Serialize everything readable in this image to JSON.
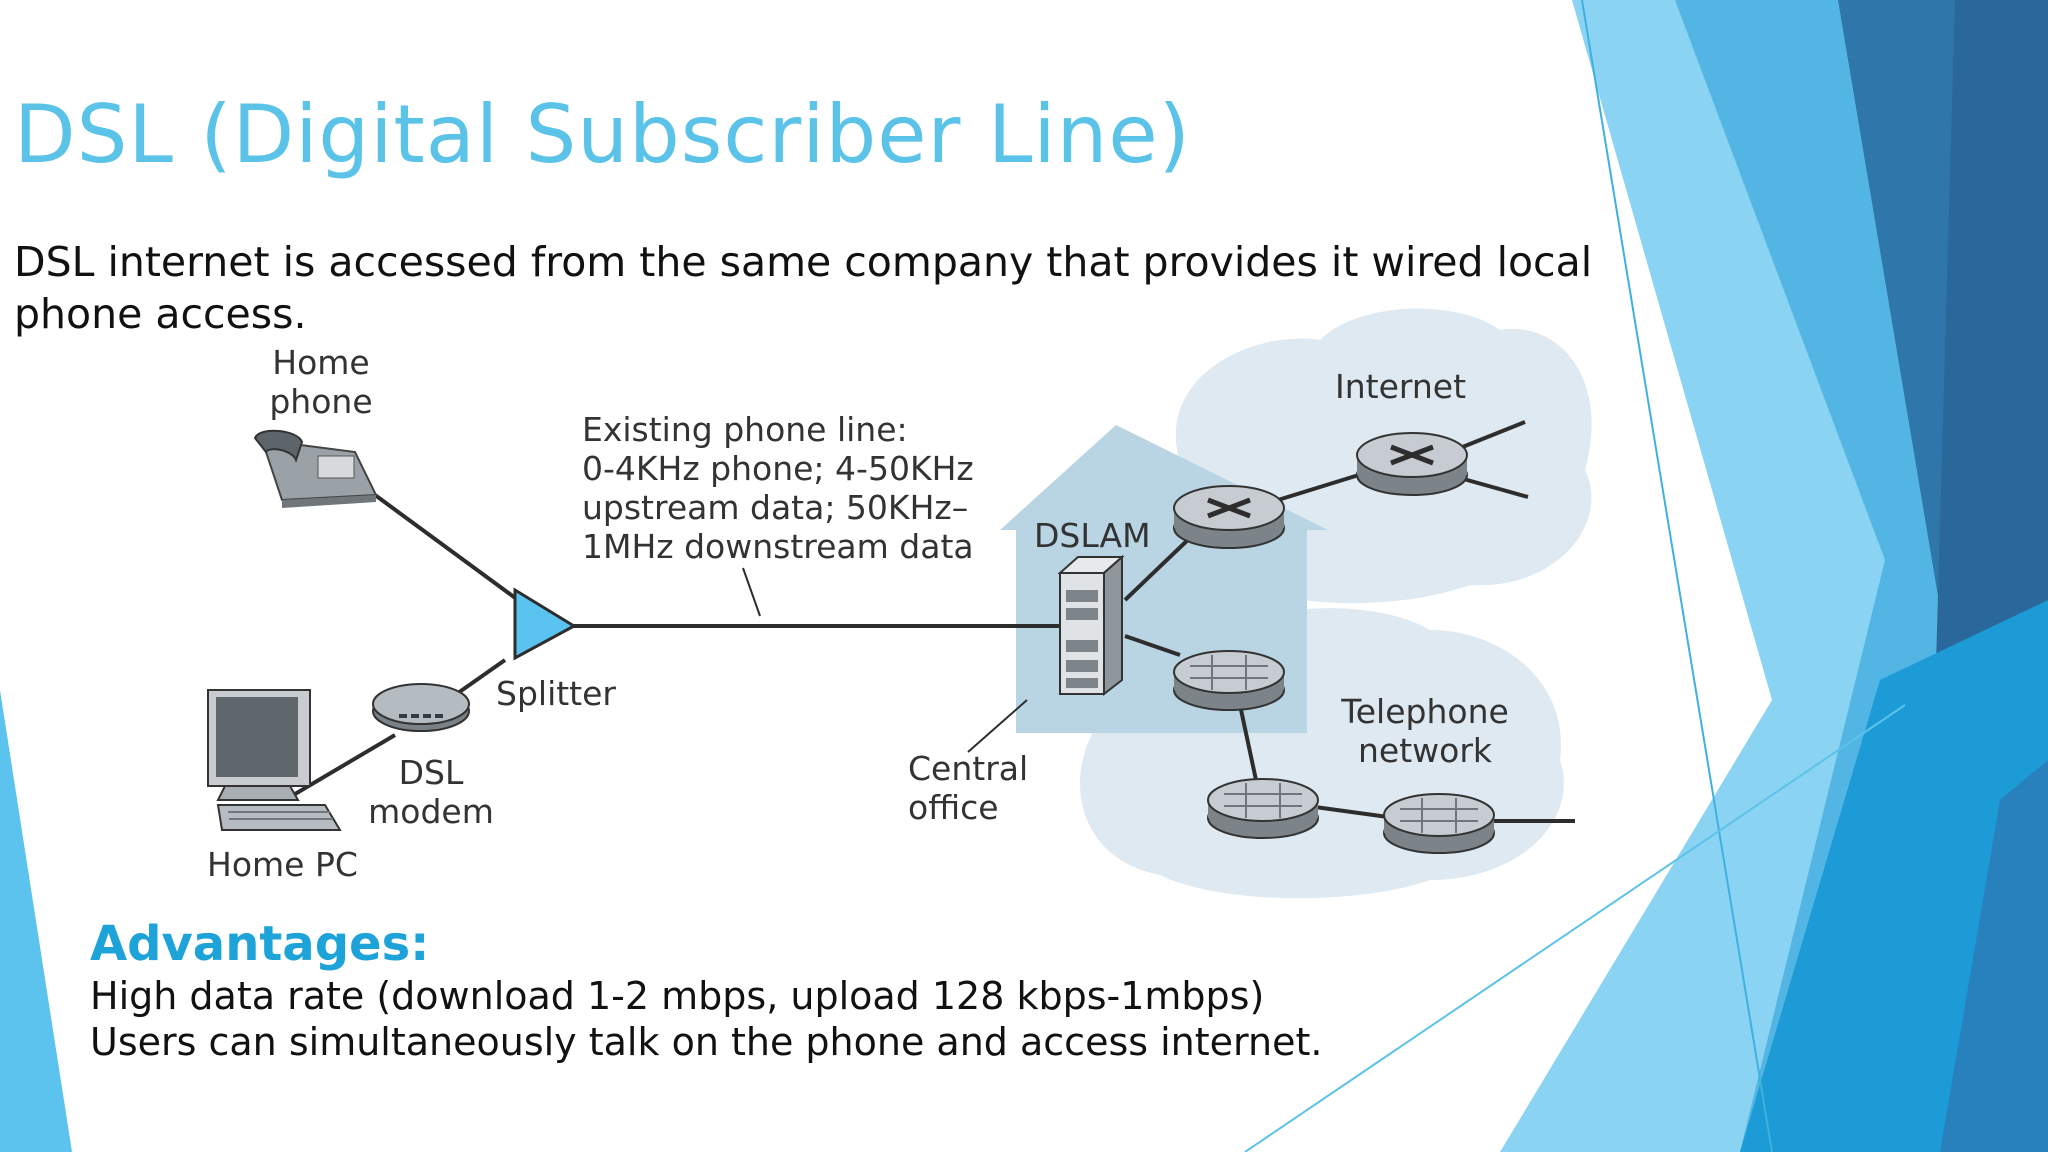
{
  "slide": {
    "title": "DSL (Digital Subscriber Line)",
    "intro": "DSL internet is accessed from the same company that provides it wired local phone access.",
    "advantages": {
      "heading": "Advantages:",
      "points": [
        "High data rate (download 1-2 mbps, upload 128 kbps-1mbps)",
        "Users can simultaneously talk on the phone and access internet."
      ]
    }
  },
  "diagram": {
    "labels": {
      "home_phone": [
        "Home",
        "phone"
      ],
      "phone_line": [
        "Existing phone line:",
        "0-4KHz phone; 4-50KHz",
        "upstream data; 50KHz–",
        "1MHz downstream data"
      ],
      "splitter": "Splitter",
      "dsl_modem": [
        "DSL",
        "modem"
      ],
      "home_pc": "Home PC",
      "dslam": "DSLAM",
      "central_office": [
        "Central",
        "office"
      ],
      "internet": "Internet",
      "telephone_network": [
        "Telephone",
        "network"
      ]
    }
  },
  "theme": {
    "accent": "#5bc3e8",
    "heading_accent": "#1ea3d9",
    "cloud_fill": "#dfe9f1",
    "building_fill": "#b9d4e3",
    "splitter_fill": "#5bc3ef"
  }
}
